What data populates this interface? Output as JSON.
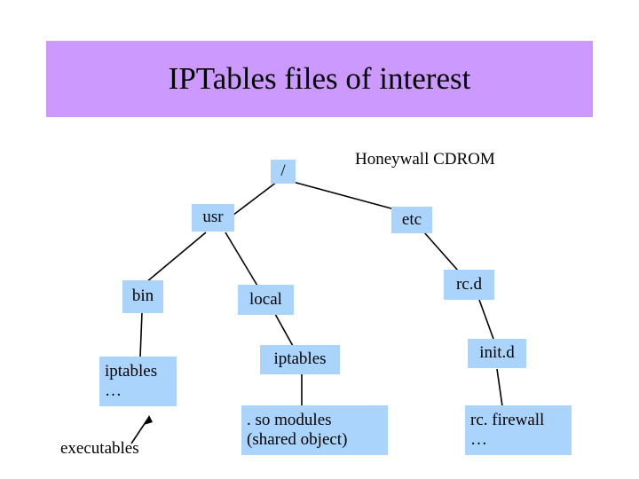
{
  "slide": {
    "title": "IPTables files of interest",
    "title_band_color": "#cc99ff",
    "node_fill_color": "#aad4fb",
    "background_color": "#ffffff"
  },
  "labels": {
    "honeywall_cdrom": "Honeywall CDROM",
    "executables": "executables"
  },
  "nodes": [
    {
      "id": "root",
      "lines": [
        "/"
      ]
    },
    {
      "id": "etc",
      "lines": [
        "etc"
      ]
    },
    {
      "id": "usr",
      "lines": [
        "usr"
      ]
    },
    {
      "id": "bin",
      "lines": [
        "bin"
      ]
    },
    {
      "id": "local",
      "lines": [
        "local"
      ]
    },
    {
      "id": "rcd",
      "lines": [
        "rc.d"
      ]
    },
    {
      "id": "iptables_bin",
      "lines": [
        "iptables",
        "…"
      ]
    },
    {
      "id": "iptables_local",
      "lines": [
        "iptables"
      ]
    },
    {
      "id": "initd",
      "lines": [
        "init.d"
      ]
    },
    {
      "id": "so_modules",
      "lines": [
        ". so modules",
        "(shared object)"
      ]
    },
    {
      "id": "rc_firewall",
      "lines": [
        "rc. firewall",
        "…"
      ]
    }
  ]
}
